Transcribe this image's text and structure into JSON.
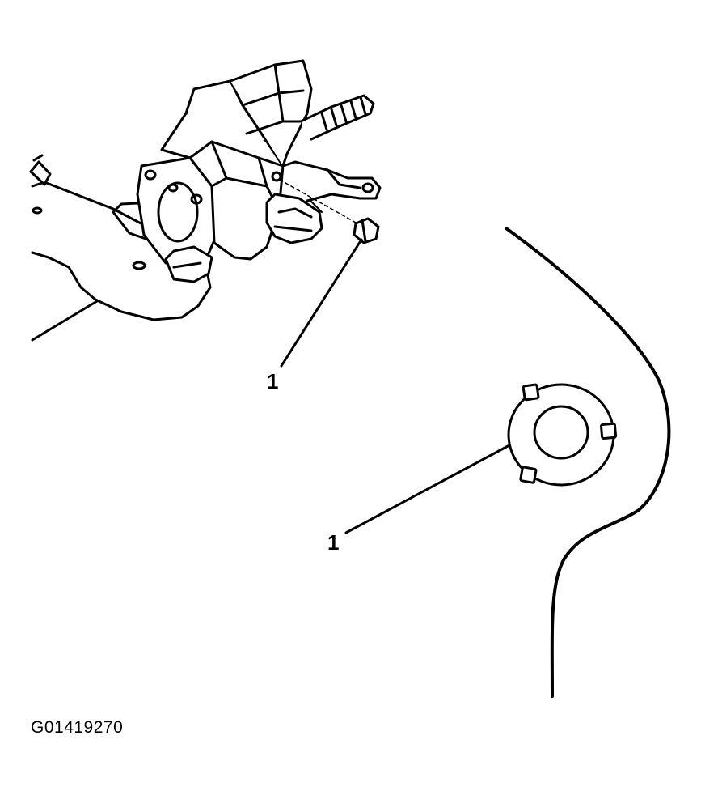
{
  "callouts": {
    "upper": "1",
    "lower": "1"
  },
  "figure_id": "G01419270",
  "colors": {
    "line": "#000000",
    "background": "#ffffff",
    "fill": "#ffffff"
  }
}
